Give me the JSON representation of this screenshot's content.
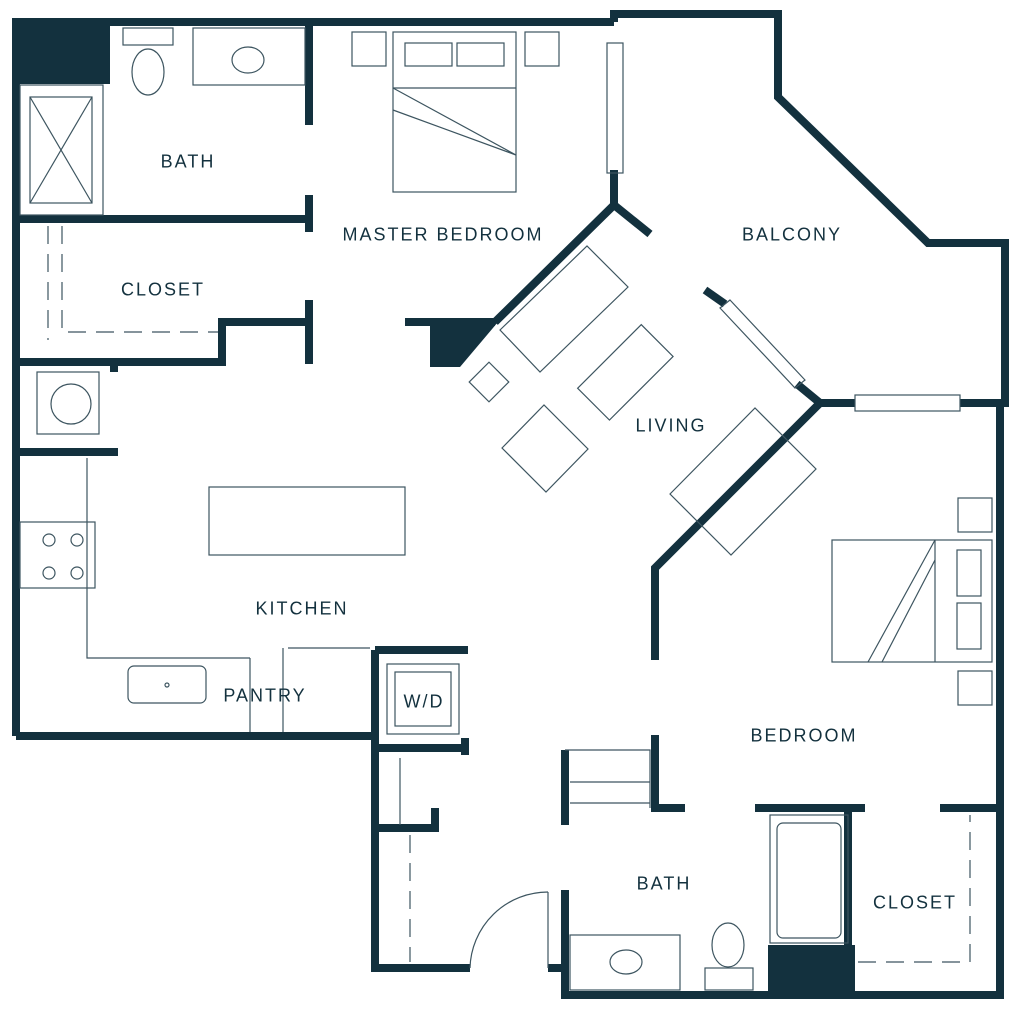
{
  "colors": {
    "wall": "#13313e",
    "line": "#3d5560",
    "background": "#ffffff"
  },
  "rooms": {
    "bath_master": "BATH",
    "master_bedroom": "MASTER BEDROOM",
    "closet_master": "CLOSET",
    "balcony": "BALCONY",
    "living": "LIVING",
    "kitchen": "KITCHEN",
    "pantry": "PANTRY",
    "laundry": "W/D",
    "bedroom": "BEDROOM",
    "bath_second": "BATH",
    "closet_second": "CLOSET"
  }
}
